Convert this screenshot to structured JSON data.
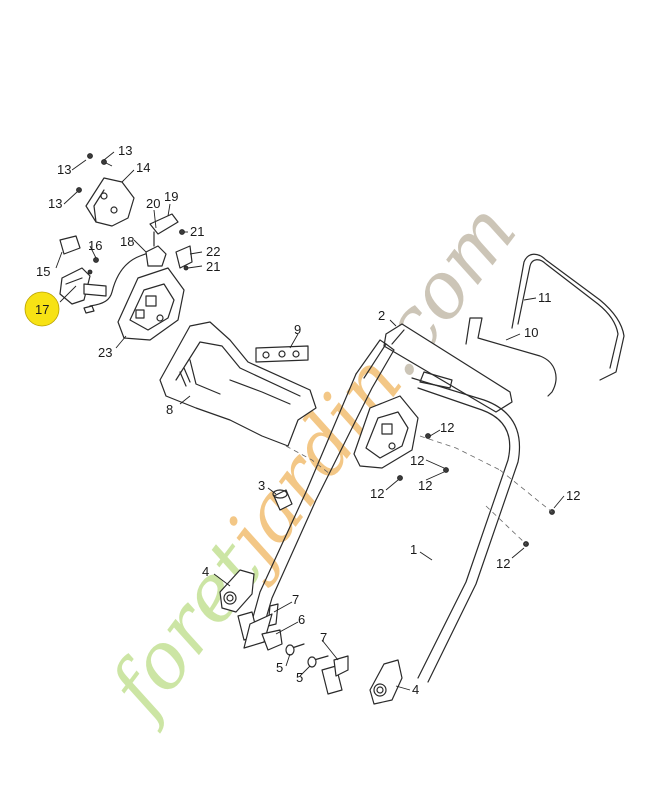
{
  "watermark": {
    "text": "foretjardin.com",
    "colors": {
      "foret": "#c7e39b",
      "jardin": "#f2c27a",
      "com": "#c7bfb0"
    }
  },
  "callouts": {
    "c1": "1",
    "c2": "2",
    "c3": "3",
    "c4a": "4",
    "c4b": "4",
    "c5a": "5",
    "c5b": "5",
    "c6": "6",
    "c7a": "7",
    "c7b": "7",
    "c8": "8",
    "c9": "9",
    "c10": "10",
    "c11": "11",
    "c12a": "12",
    "c12b": "12",
    "c12c": "12",
    "c12d": "12",
    "c12e": "12",
    "c12f": "12",
    "c13a": "13",
    "c13b": "13",
    "c13c": "13",
    "c14": "14",
    "c15": "15",
    "c16": "16",
    "c17": "17",
    "c18": "18",
    "c19": "19",
    "c20": "20",
    "c21a": "21",
    "c21b": "21",
    "c22": "22",
    "c23": "23"
  },
  "highlight": {
    "label": "17",
    "color": "#f7e214"
  }
}
